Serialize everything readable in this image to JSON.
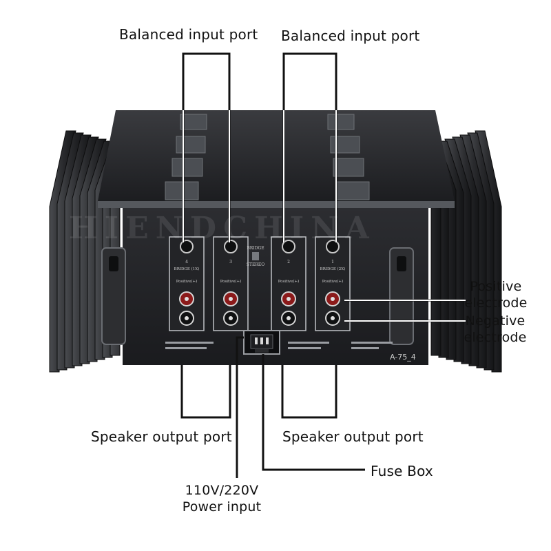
{
  "labels": {
    "balanced_input_left": "Balanced input port",
    "balanced_input_right": "Balanced input port",
    "positive_electrode": "Positive\nelectrode",
    "negative_electrode": "Negative\nelectrode",
    "speaker_output_left": "Speaker output port",
    "speaker_output_right": "Speaker output port",
    "fuse_box": "Fuse Box",
    "power_input": "110V/220V\nPower input"
  },
  "device": {
    "model": "A-75_4",
    "watermark": "HIENDCHINA",
    "channels": [
      {
        "number": "4",
        "mode": "BRIDGE (1X)",
        "terminal": "Positive(+)"
      },
      {
        "number": "3",
        "mode": "",
        "terminal": "Positive(+)"
      },
      {
        "number": "2",
        "mode": "",
        "terminal": "Positive(+)"
      },
      {
        "number": "1",
        "mode": "BRIDGE (2X)",
        "terminal": "Positive(+)"
      }
    ],
    "switch_top": "BRIDGE",
    "switch_bottom": "STEREO"
  },
  "colors": {
    "leader": "#111111",
    "chassis": "#1e1f22",
    "panel": "#2a2b2f",
    "fin": "#3a3c40",
    "highlight": "#8a8d92"
  }
}
